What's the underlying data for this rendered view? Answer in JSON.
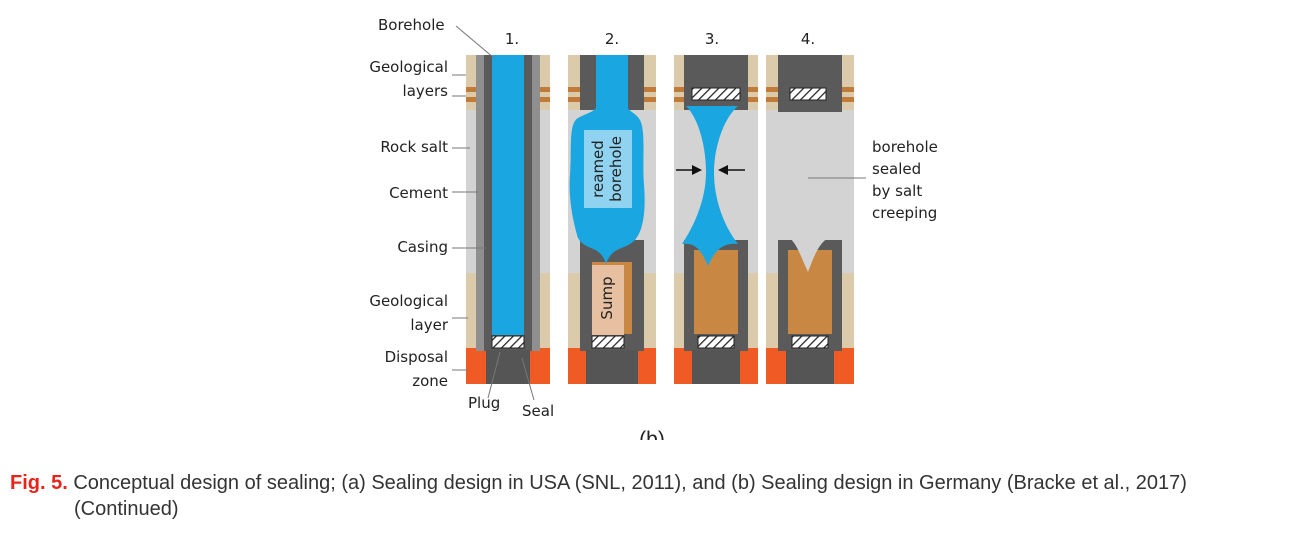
{
  "left_labels": {
    "borehole": "Borehole",
    "geo_layers_1": "Geological",
    "geo_layers_2": "layers",
    "rock_salt": "Rock salt",
    "cement": "Cement",
    "casing": "Casing",
    "geo_layer_1": "Geological",
    "geo_layer_2": "layer",
    "disposal_1": "Disposal",
    "disposal_2": "zone",
    "plug": "Plug",
    "seal": "Seal"
  },
  "stages": [
    "1.",
    "2.",
    "3.",
    "4."
  ],
  "inner_labels": {
    "reamed_1": "reamed",
    "reamed_2": "borehole",
    "sump": "Sump"
  },
  "right_labels": {
    "line1": "borehole",
    "line2": "sealed",
    "line3": "by salt",
    "line4": "creeping"
  },
  "subfigure": "(b)",
  "caption": {
    "fig_number": "Fig. 5.",
    "text": " Conceptual design of sealing; (a) Sealing design in USA (SNL, 2011), and (b) Sealing design in Germany (Bracke et al., 2017)",
    "continued": "(Continued)"
  },
  "colors": {
    "rock_salt": "#d3d3d3",
    "geological": "#dccbaa",
    "brown_band": "#c07a3a",
    "disposal": "#f05a25",
    "casing": "#5a5a5a",
    "cement": "#8f8f8f",
    "water": "#1aa6e0",
    "reamed": "#8fd3f0",
    "sump": "#e6c0a0",
    "fill_brown": "#c88844"
  }
}
